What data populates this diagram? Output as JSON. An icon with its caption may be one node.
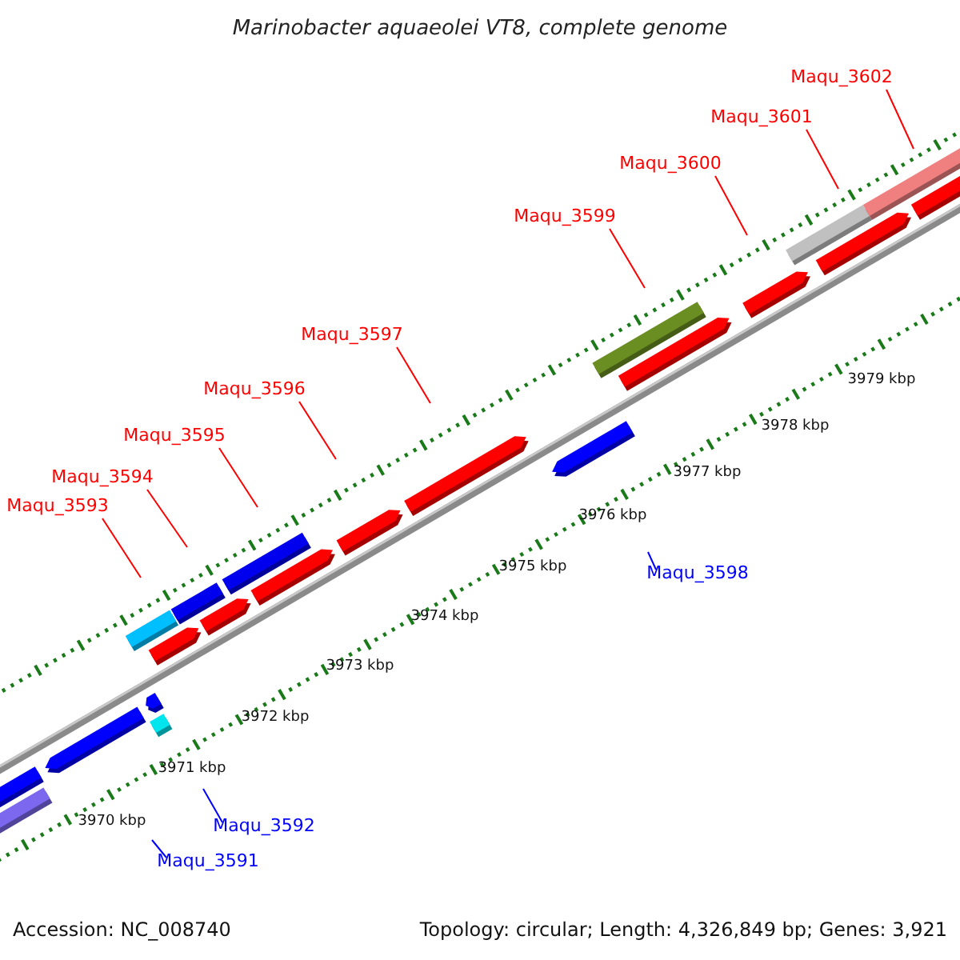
{
  "diagram": {
    "title": "Marinobacter aquaeolei VT8, complete genome",
    "nodes": [
      {
        "text": [
          "Maqu_3602"
        ]
      },
      {
        "text": [
          "Maqu_3601"
        ]
      },
      {
        "text": [
          "Maqu_3600"
        ]
      },
      {
        "text": [
          "Maqu_3599"
        ]
      },
      {
        "text": [
          "Maqu_3597"
        ]
      },
      {
        "text": [
          "Maqu_3596"
        ]
      },
      {
        "text": [
          "Maqu_3595"
        ]
      },
      {
        "text": [
          "Maqu_3594"
        ]
      },
      {
        "text": [
          "Maqu_3593"
        ]
      },
      {
        "text": [
          "Maqu_3598"
        ]
      },
      {
        "text": [
          "Maqu_3592"
        ]
      },
      {
        "text": [
          "Maqu_3591"
        ]
      }
    ],
    "edges": [
      {
        "from": 0,
        "to": null,
        "arrow": "none"
      },
      {
        "from": 1,
        "to": null,
        "arrow": "none"
      },
      {
        "from": 2,
        "to": null,
        "arrow": "none"
      },
      {
        "from": 3,
        "to": null,
        "arrow": "none"
      },
      {
        "from": 4,
        "to": null,
        "arrow": "none"
      },
      {
        "from": 5,
        "to": null,
        "arrow": "none"
      },
      {
        "from": 6,
        "to": null,
        "arrow": "none"
      },
      {
        "from": 7,
        "to": null,
        "arrow": "none"
      },
      {
        "from": 8,
        "to": null,
        "arrow": "none"
      },
      {
        "from": 9,
        "to": null,
        "arrow": "none",
        "color": "#0000ff"
      },
      {
        "from": 10,
        "to": null,
        "arrow": "none",
        "color": "#0000ff"
      },
      {
        "from": 11,
        "to": null,
        "arrow": "none",
        "color": "#0000ff"
      }
    ],
    "labels": [
      "3979 kbp",
      "3978 kbp",
      "3977 kbp",
      "3976 kbp",
      "3975 kbp",
      "3974 kbp",
      "3973 kbp",
      "3972 kbp",
      "3971 kbp",
      "3970 kbp",
      "Accession: NC_008740",
      "Topology: circular; Length: 4,326,849 bp; Genes: 3,921"
    ]
  }
}
